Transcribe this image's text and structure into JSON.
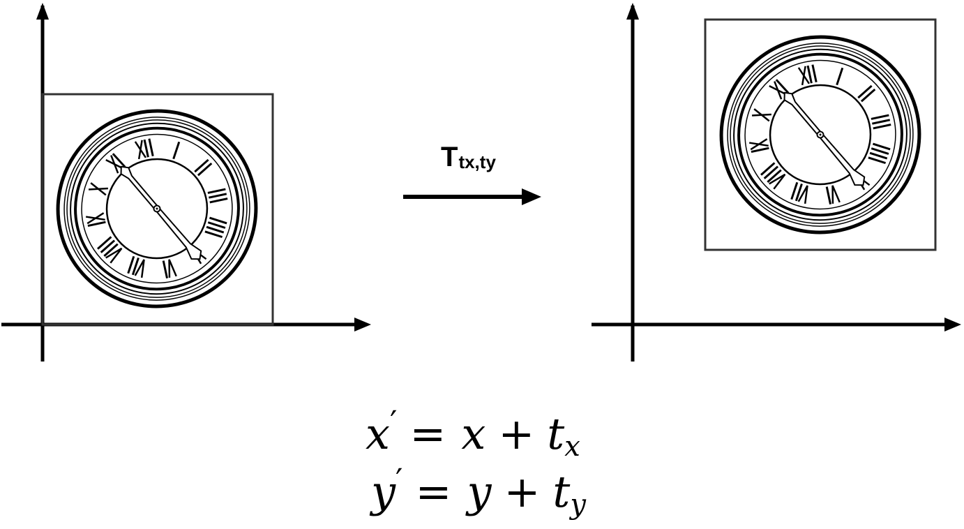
{
  "transform_label": {
    "main": "T",
    "sub": "tx,ty"
  },
  "equations": {
    "eq1": {
      "lhs_var": "x",
      "prime": "′",
      "equals": "=",
      "rhs_var": "x",
      "plus": "+",
      "t": "t",
      "t_sub": "x"
    },
    "eq2": {
      "lhs_var": "y",
      "prime": "′",
      "equals": "=",
      "rhs_var": "y",
      "plus": "+",
      "t": "t",
      "t_sub": "y"
    }
  },
  "clock": {
    "numerals": [
      "XII",
      "I",
      "II",
      "III",
      "IIII",
      "V",
      "VI",
      "VII",
      "VIII",
      "IX",
      "X",
      "XI"
    ]
  },
  "colors": {
    "ink": "#000000",
    "frame": "#333333",
    "background": "#ffffff"
  }
}
